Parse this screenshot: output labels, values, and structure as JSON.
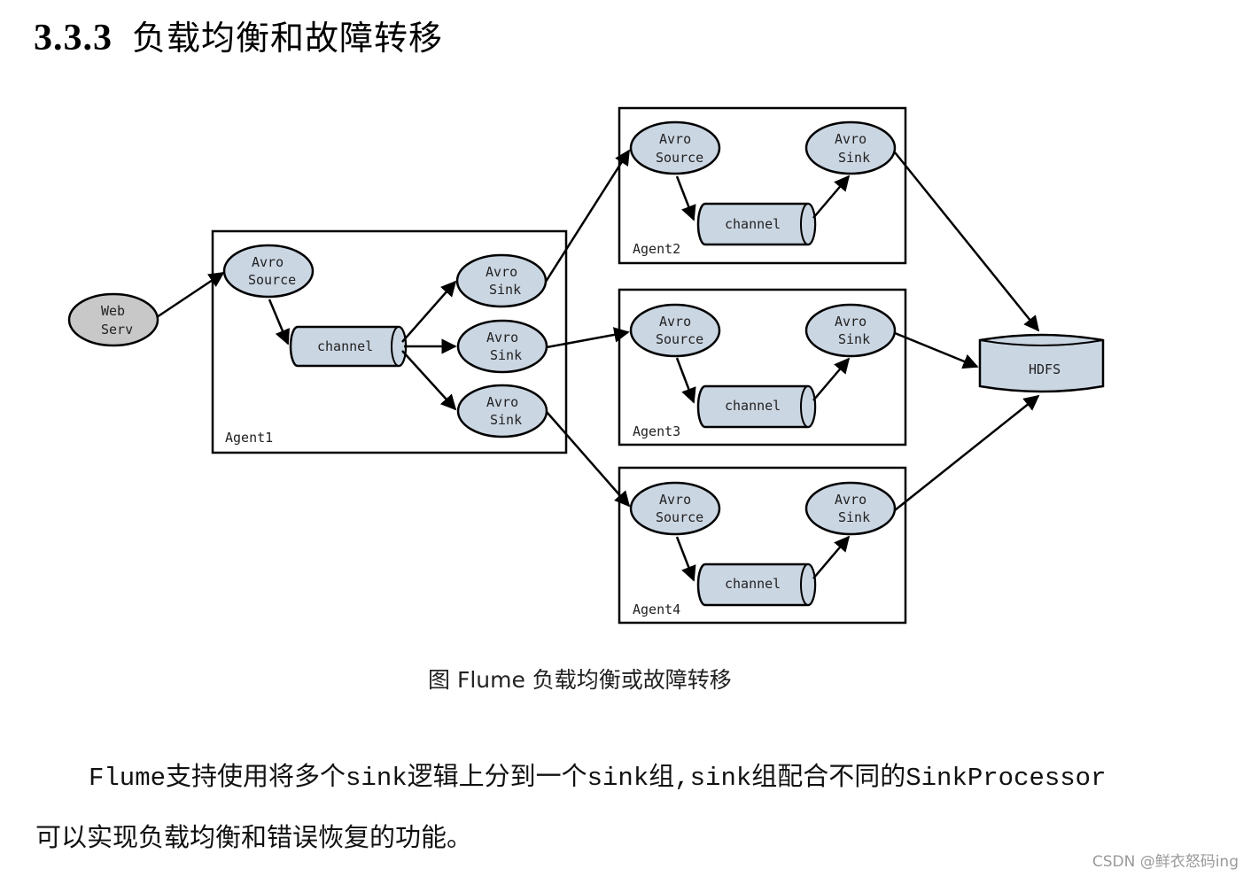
{
  "heading": {
    "number": "3.3.3",
    "title": "负载均衡和故障转移"
  },
  "diagram": {
    "node_fill": "#cbd6e3",
    "web_fill": "#c8c8c8",
    "web_server": {
      "line1": "Web",
      "line2": "Serv"
    },
    "agents": [
      {
        "label": "Agent1",
        "source": [
          "Avro",
          "Source"
        ],
        "channel": "channel",
        "sinks": [
          [
            "Avro",
            "Sink"
          ],
          [
            "Avro",
            "Sink"
          ],
          [
            "Avro",
            "Sink"
          ]
        ]
      },
      {
        "label": "Agent2",
        "source": [
          "Avro",
          "Source"
        ],
        "channel": "channel",
        "sink": [
          "Avro",
          "Sink"
        ]
      },
      {
        "label": "Agent3",
        "source": [
          "Avro",
          "Source"
        ],
        "channel": "channel",
        "sink": [
          "Avro",
          "Sink"
        ]
      },
      {
        "label": "Agent4",
        "source": [
          "Avro",
          "Source"
        ],
        "channel": "channel",
        "sink": [
          "Avro",
          "Sink"
        ]
      }
    ],
    "hdfs": "HDFS"
  },
  "caption": "图  Flume 负载均衡或故障转移",
  "paragraph": {
    "line1": "Flume支持使用将多个sink逻辑上分到一个sink组,sink组配合不同的SinkProcessor",
    "line2": "可以实现负载均衡和错误恢复的功能。"
  },
  "watermark": "CSDN @鲜衣怒码ing"
}
